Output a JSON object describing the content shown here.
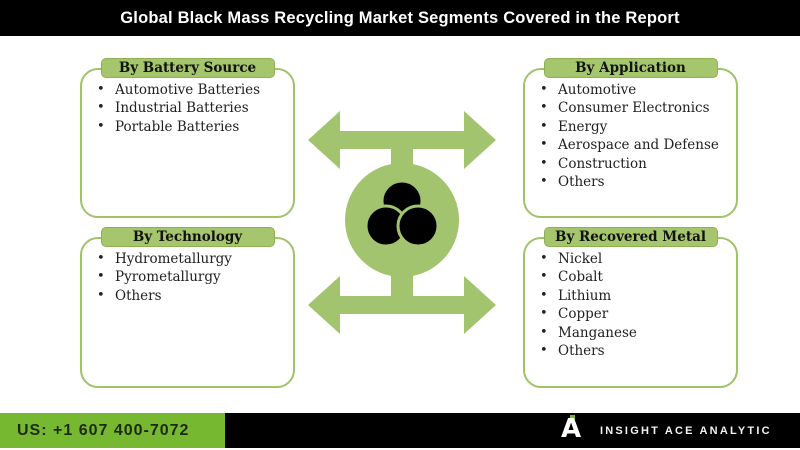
{
  "title_bar": {
    "title": "Global Black Mass Recycling Market Segments Covered in the Report"
  },
  "segments": {
    "battery_source": {
      "header": "By Battery Source",
      "items": [
        "Automotive Batteries",
        "Industrial Batteries",
        "Portable Batteries"
      ]
    },
    "application": {
      "header": "By Application",
      "items": [
        "Automotive",
        "Consumer Electronics",
        "Energy",
        "Aerospace and Defense",
        "Construction",
        "Others"
      ]
    },
    "technology": {
      "header": "By Technology",
      "items": [
        "Hydrometallurgy",
        "Pyrometallurgy",
        "Others"
      ]
    },
    "recovered_metal": {
      "header": "By Recovered Metal",
      "items": [
        "Nickel",
        "Cobalt",
        "Lithium",
        "Copper",
        "Manganese",
        "Others"
      ]
    }
  },
  "center": {
    "circle_icon": "venn-diagram-icon",
    "top_arrow_icon": "double-arrow-icon",
    "bottom_arrow_icon": "double-arrow-icon"
  },
  "footer": {
    "phone": "US: +1 607 400-7072",
    "brand": "INSIGHT ACE ANALYTIC",
    "logo_icon": "insight-ace-logo"
  },
  "colors": {
    "accent_green": "#a3c46e",
    "box_border_green": "#a0c269",
    "header_green": "#a5c66d",
    "footer_green": "#76b82f",
    "bar_black": "#000000",
    "text_dark": "#212121"
  }
}
